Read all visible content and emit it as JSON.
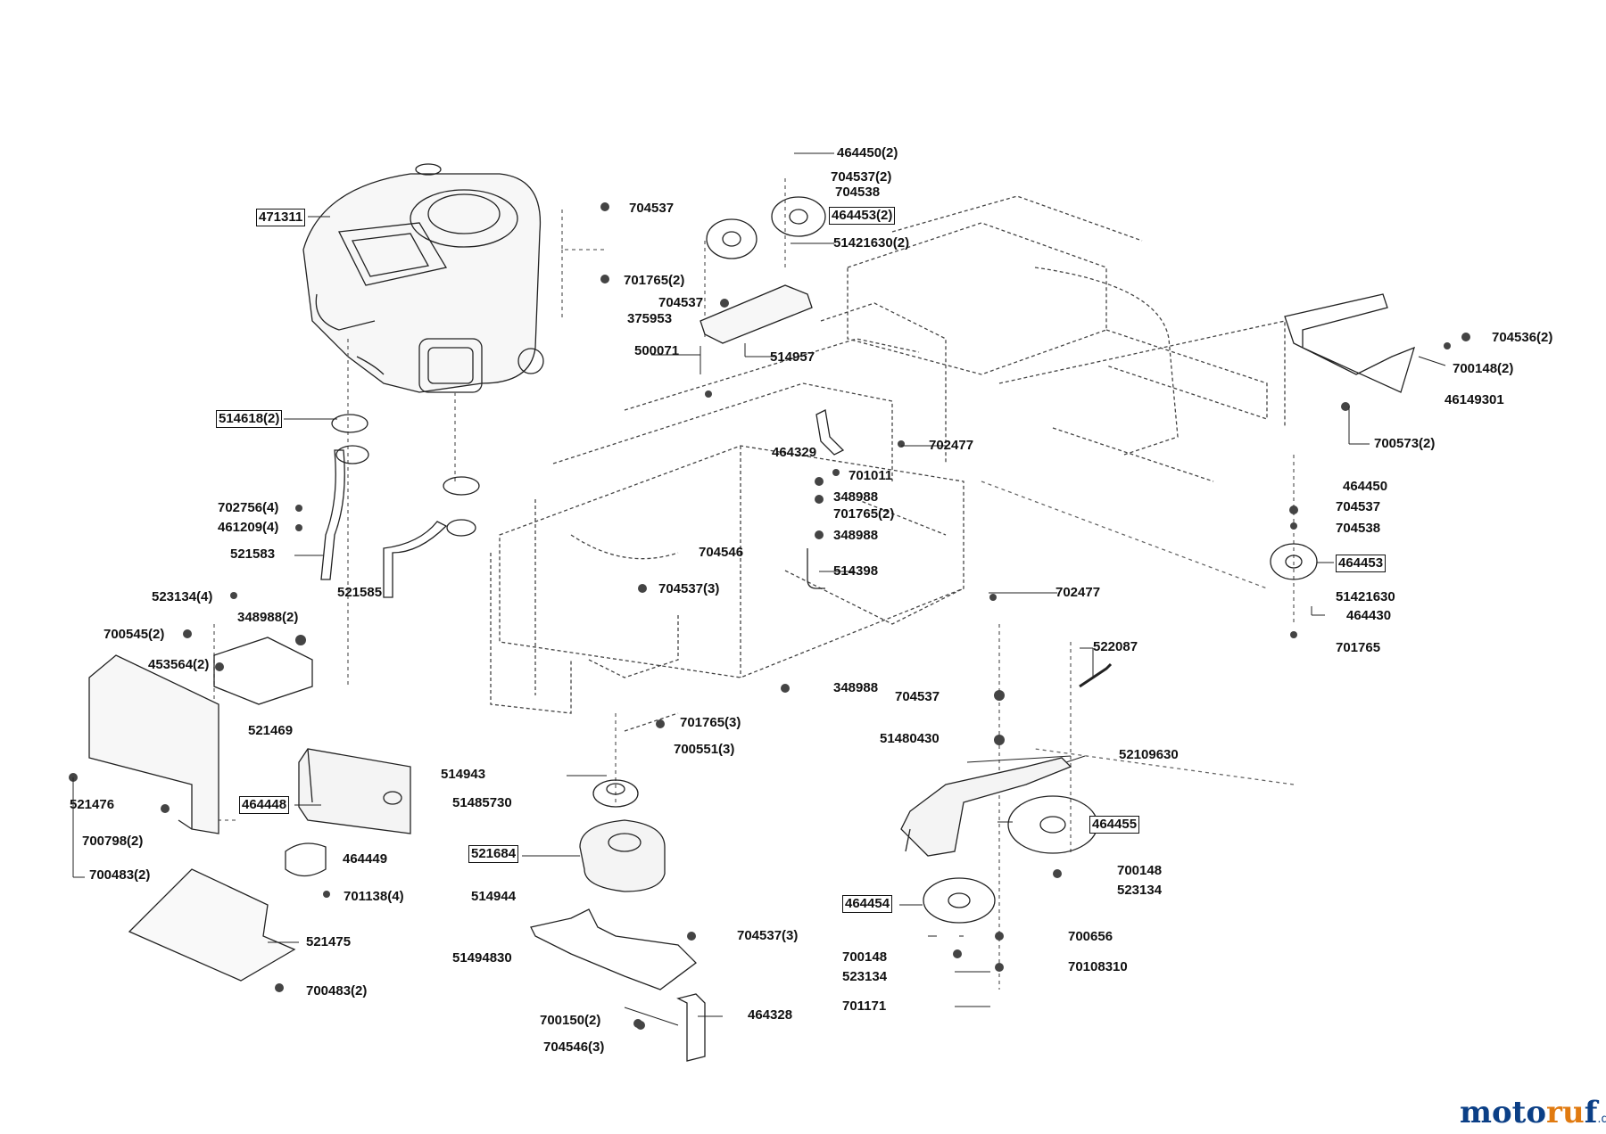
{
  "logo": {
    "m": "moto",
    "u": "ru",
    "f": "f",
    "de": ".de"
  },
  "labels": {
    "l471311": "471311",
    "l514618": "514618(2)",
    "l702756": "702756(4)",
    "l461209": "461209(4)",
    "l521583": "521583",
    "l521585": "521585",
    "l523134_4": "523134(4)",
    "l348988_2": "348988(2)",
    "l700545": "700545(2)",
    "l453564": "453564(2)",
    "l521469": "521469",
    "l521476": "521476",
    "l464448": "464448",
    "l700798": "700798(2)",
    "l464449": "464449",
    "l700483a": "700483(2)",
    "l701138": "701138(4)",
    "l521475": "521475",
    "l700483b": "700483(2)",
    "l464450_2": "464450(2)",
    "l704537_2": "704537(2)",
    "l704538a": "704538",
    "l704537a": "704537",
    "l464453_2": "464453(2)",
    "l51421630_2": "51421630(2)",
    "l701765_2a": "701765(2)",
    "l704537b": "704537",
    "l375953": "375953",
    "l500071": "500071",
    "l514957": "514957",
    "l464329": "464329",
    "l702477a": "702477",
    "l701011": "701011",
    "l348988a": "348988",
    "l701765_2b": "701765(2)",
    "l348988b": "348988",
    "l704546": "704546",
    "l514398": "514398",
    "l704537_3a": "704537(3)",
    "l702477b": "702477",
    "l348988c": "348988",
    "l701765_3": "701765(3)",
    "l700551": "700551(3)",
    "l514943": "514943",
    "l51485730": "51485730",
    "l521684": "521684",
    "l514944": "514944",
    "l51494830": "51494830",
    "l704537_3b": "704537(3)",
    "l464328": "464328",
    "l700150": "700150(2)",
    "l704546_3": "704546(3)",
    "l704536": "704536(2)",
    "l700148_2": "700148(2)",
    "l46149301": "46149301",
    "l700573": "700573(2)",
    "l464450": "464450",
    "l704537c": "704537",
    "l704538b": "704538",
    "l464453": "464453",
    "l51421630": "51421630",
    "l464430": "464430",
    "l701765": "701765",
    "l522087": "522087",
    "l704537d": "704537",
    "l51480430": "51480430",
    "l52109630": "52109630",
    "l464455": "464455",
    "l700148a": "700148",
    "l523134a": "523134",
    "l464454": "464454",
    "l700656": "700656",
    "l700148b": "700148",
    "l70108310": "70108310",
    "l523134b": "523134",
    "l701171": "701171"
  }
}
